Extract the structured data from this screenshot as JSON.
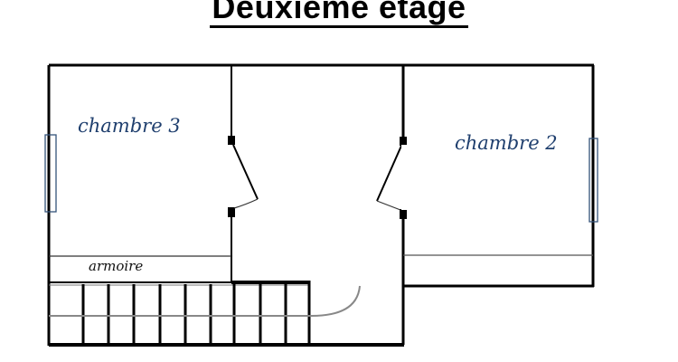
{
  "title": "Deuxième  étage",
  "rooms": {
    "bedroom_3": {
      "label": "chambre 3"
    },
    "bedroom_2": {
      "label": "chambre 2"
    },
    "wardrobe": {
      "label": "armoire"
    }
  },
  "colors": {
    "wall": "#000000",
    "window": "#34537a",
    "room_label": "#1f3f6e",
    "stair_guide": "#777777"
  },
  "stairs": {
    "tread_count": 10
  }
}
